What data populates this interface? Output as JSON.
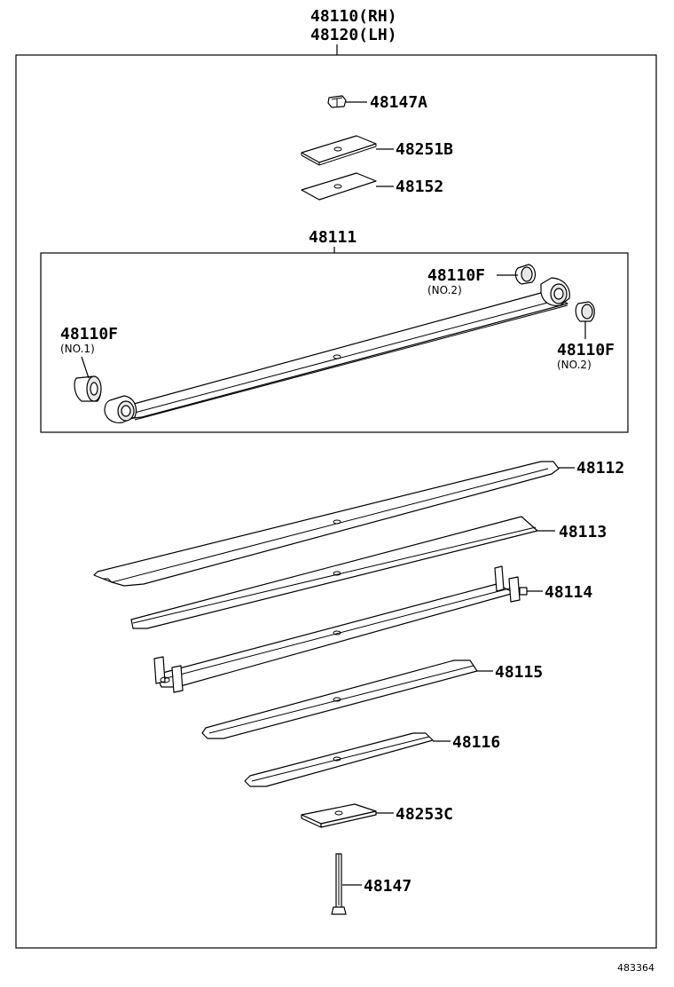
{
  "assembly": {
    "rh_number": "48110(RH)",
    "lh_number": "48120(LH)"
  },
  "subassembly": {
    "number": "48111",
    "parts": {
      "bushing_no1": {
        "number": "48110F",
        "note": "(NO.1)"
      },
      "bushing_no2_top": {
        "number": "48110F",
        "note": "(NO.2)"
      },
      "bushing_no2_right": {
        "number": "48110F",
        "note": "(NO.2)"
      }
    }
  },
  "parts": {
    "nut": "48147A",
    "pad_upper": "48251B",
    "insert_upper": "48152",
    "leaf_2": "48112",
    "leaf_3": "48113",
    "leaf_4": "48114",
    "leaf_5": "48115",
    "leaf_6": "48116",
    "pad_lower": "48253C",
    "center_bolt": "48147"
  },
  "diagram_ref": "483364"
}
